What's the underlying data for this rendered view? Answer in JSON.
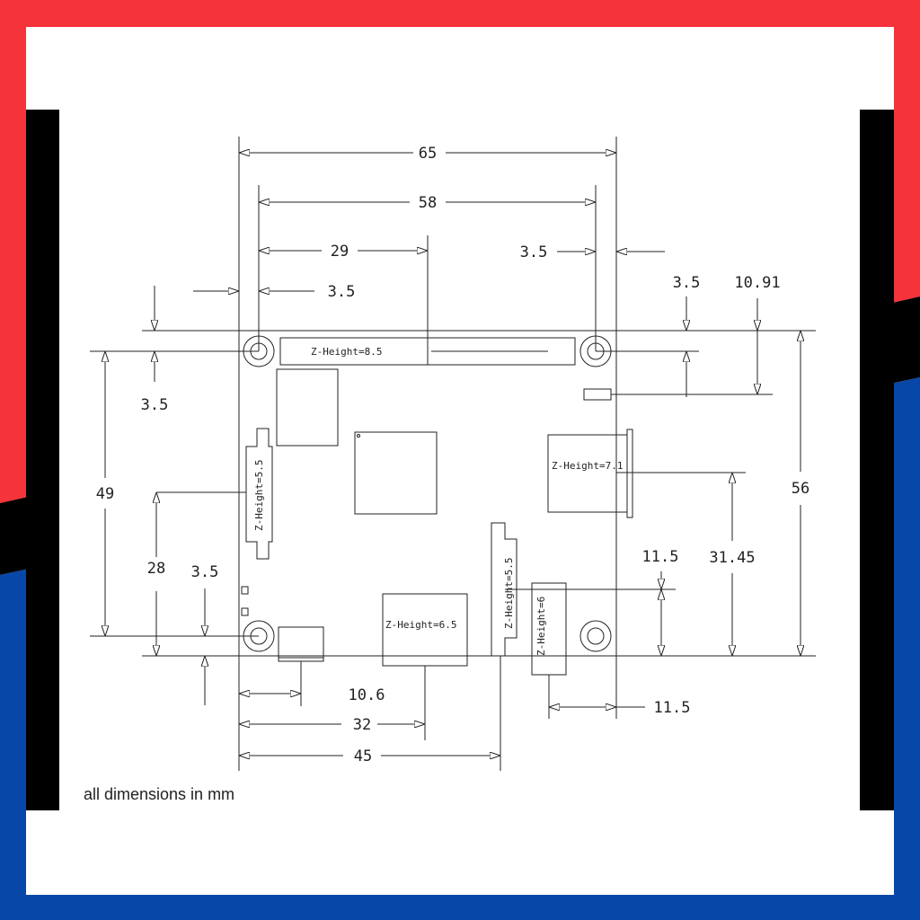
{
  "colors": {
    "red": "#f5333a",
    "blue": "#0747a8",
    "black": "#000000",
    "line": "#222222"
  },
  "footnote": "all dimensions in mm",
  "dimensions": {
    "top_overall": "65",
    "top_hole_span": "58",
    "top_half": "29",
    "top_right_offset": "3.5",
    "top_left_offset": "3.5",
    "right_top_offset": "3.5",
    "right_connector": "10.91",
    "left_top_offset": "3.5",
    "left_hole_span": "49",
    "left_mid": "28",
    "left_bottom_offset": "3.5",
    "right_overall": "56",
    "right_mid": "31.45",
    "right_audio": "11.5",
    "bottom_power": "10.6",
    "bottom_hdmi": "32",
    "bottom_csi": "45",
    "bottom_right": "11.5"
  },
  "z_heights": {
    "gpio": "Z-Height=8.5",
    "dsi": "Z-Height=5.5",
    "ethernet": "Z-Height=7.1",
    "csi": "Z-Height=5.5",
    "hdmi": "Z-Height=6.5",
    "audio": "Z-Height=6"
  }
}
